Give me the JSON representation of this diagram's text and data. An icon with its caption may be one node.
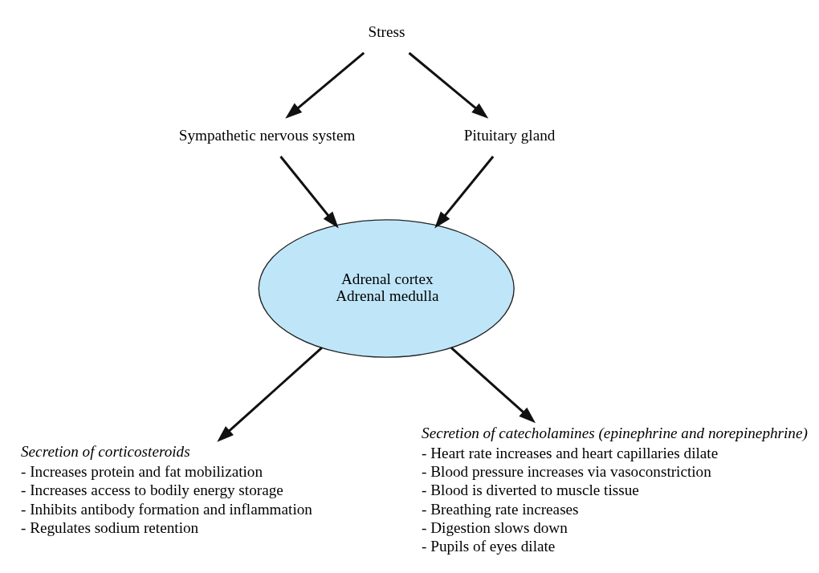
{
  "diagram": {
    "nodes": [
      {
        "text": [
          "Stress"
        ]
      },
      {
        "text": [
          "Sympathetic nervous system"
        ]
      },
      {
        "text": [
          "Pituitary gland"
        ]
      },
      {
        "text": [
          "Adrenal cortex",
          "Adrenal medulla"
        ]
      },
      {
        "text": [
          "Secretion of corticosteroids",
          "- Increases protein and fat mobilization",
          "- Increases access to bodily energy storage",
          "- Inhibits antibody formation and inflammation",
          "- Regulates sodium retention"
        ]
      },
      {
        "text": [
          "Secretion of catecholamines (epinephrine and norepinephrine)",
          "- Heart rate increases and heart capillaries dilate",
          "- Blood pressure increases via vasoconstriction",
          "- Blood is diverted to muscle tissue",
          "- Breathing rate increases",
          "- Digestion slows down",
          "- Pupils of eyes dilate"
        ]
      }
    ],
    "edges": [
      {
        "from": 0,
        "to": 1,
        "arrow": "to"
      },
      {
        "from": 0,
        "to": 2,
        "arrow": "to"
      },
      {
        "from": 1,
        "to": 3,
        "arrow": "to"
      },
      {
        "from": 2,
        "to": 3,
        "arrow": "to"
      },
      {
        "from": 3,
        "to": 4,
        "arrow": "to"
      },
      {
        "from": 3,
        "to": 5,
        "arrow": "to"
      }
    ]
  }
}
